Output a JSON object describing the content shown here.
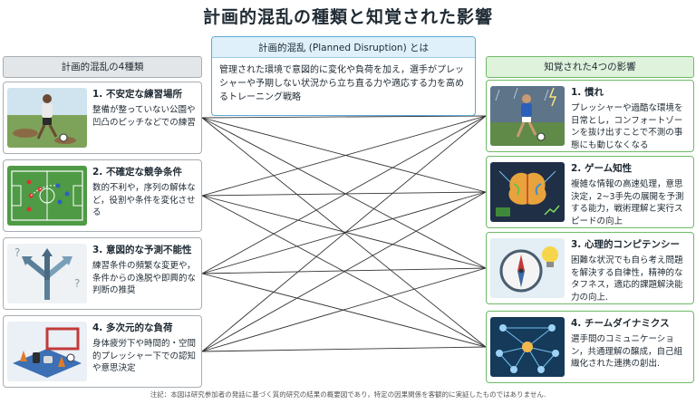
{
  "title": "計画的混乱の種類と知覚された影響",
  "definition": {
    "heading": "計画的混乱 (Planned Disruption) とは",
    "body": "管理された環境で意図的に変化や負荷を加え，選手がプレッシャーや予期しない状況から立ち直る力や適応する力を高めるトレーニング戦略"
  },
  "left_panel": {
    "heading": "計画的混乱の4種類",
    "items": [
      {
        "title": "1. 不安定な練習場所",
        "desc": "整備が整っていない公園や凹凸のピッチなどでの練習"
      },
      {
        "title": "2. 不確定な競争条件",
        "desc": "数的不利や，序列の解体など，役割や条件を変化させる"
      },
      {
        "title": "3. 意図的な予測不能性",
        "desc": "練習条件の頻繁な変更や，条件からの逸脱や即興的な判断の推奨"
      },
      {
        "title": "4. 多次元的な負荷",
        "desc": "身体疲労下や時間的・空間的プレッシャー下での認知や意思決定"
      }
    ]
  },
  "right_panel": {
    "heading": "知覚された4つの影響",
    "items": [
      {
        "title": "1. 慣れ",
        "desc": "プレッシャーや過酷な環境を日常とし，コンフォートゾーンを抜け出すことで不測の事態にも動じなくなる"
      },
      {
        "title": "2. ゲーム知性",
        "desc": "複雑な情報の高速処理，意思決定，2~3手先の展開を予測する能力，戦術理解と実行スピードの向上"
      },
      {
        "title": "3. 心理的コンピテンシー",
        "desc": "困難な状況でも自ら考え問題を解決する自律性，精神的なタフネス，適応的課題解決能力の向上."
      },
      {
        "title": "4. チームダイナミクス",
        "desc": "選手間のコミュニケーション，共通理解の醸成，自己組織化された連携の創出."
      }
    ]
  },
  "note": "注記：本図は研究参加者の発話に基づく質的研究の結果の概要図であり，特定の因果関係を客観的に実証したものではありません.",
  "colors": {
    "left_border": "#a6adb2",
    "right_border": "#6dbb66",
    "definition_border": "#5aa9d6",
    "line": "#333333"
  }
}
